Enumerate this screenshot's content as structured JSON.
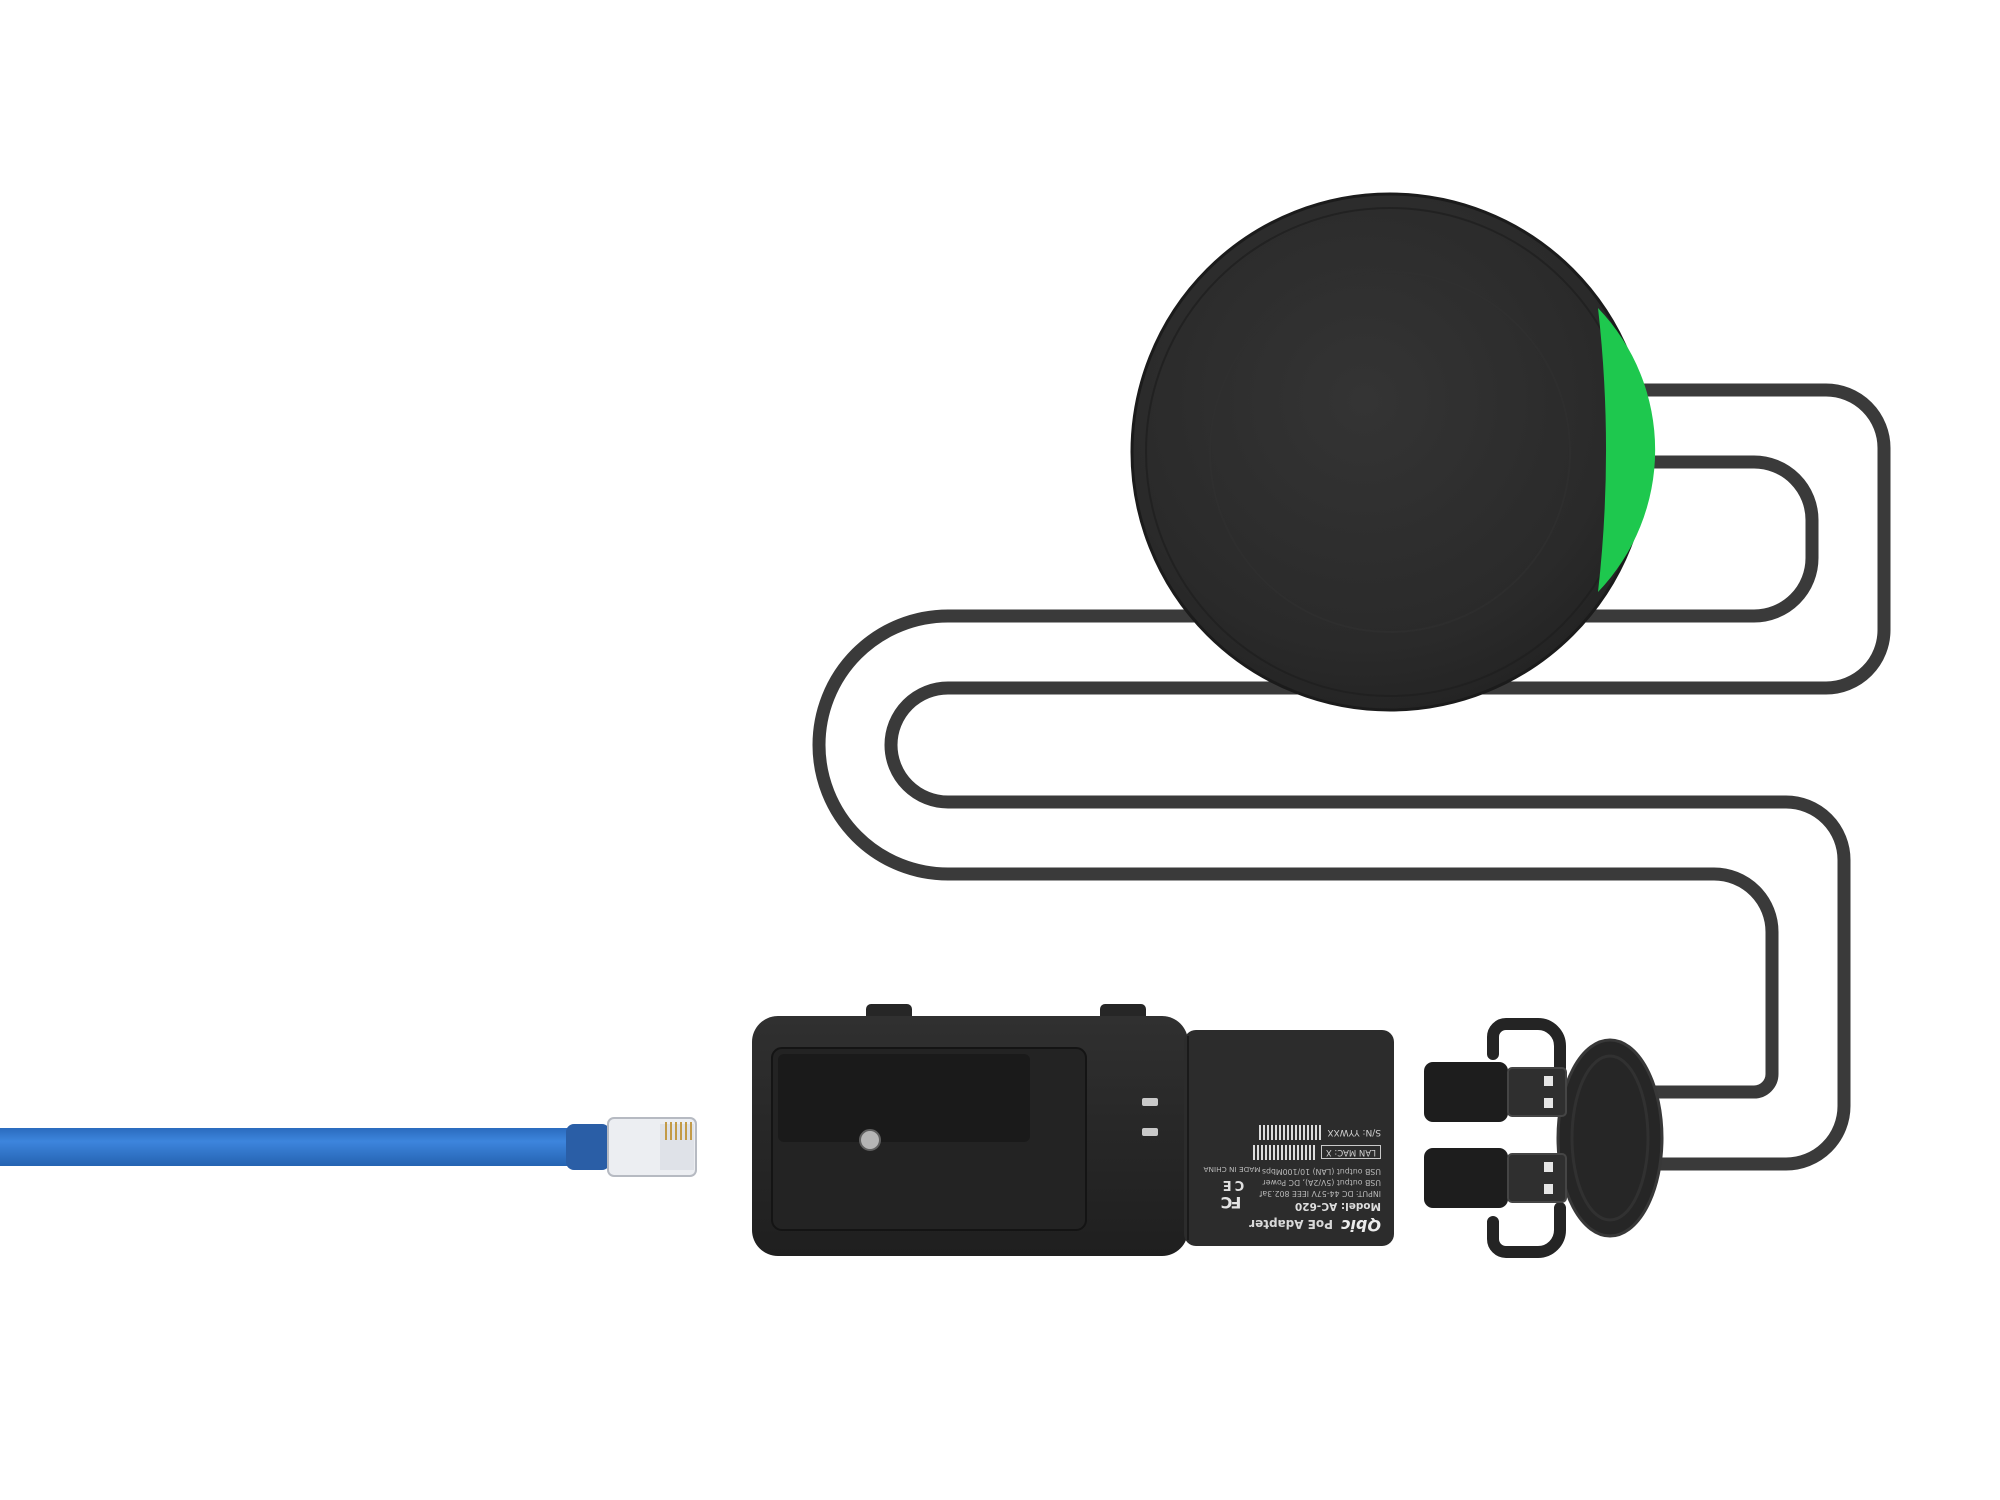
{
  "colors": {
    "background": "#ffffff",
    "device_black": "#282828",
    "accent_green": "#1ec84e",
    "cable_dark": "#3a3a3a",
    "ethernet_blue": "#3077d1"
  },
  "label": {
    "brand": "Qbic",
    "product": "PoE Adapter",
    "model": "Model: AC-620",
    "input": "INPUT: DC 44-57V IEEE 802.3af",
    "usb_power": "USB output (5V/2A), DC Power",
    "usb_lan": "USB output (LAN) 10/100Mbps",
    "lan_mac": "LAN MAC: X",
    "serial": "S/N: YYWXX",
    "made_in": "MADE IN CHINA",
    "fcc_mark": "FC",
    "ce_mark": "CE"
  }
}
